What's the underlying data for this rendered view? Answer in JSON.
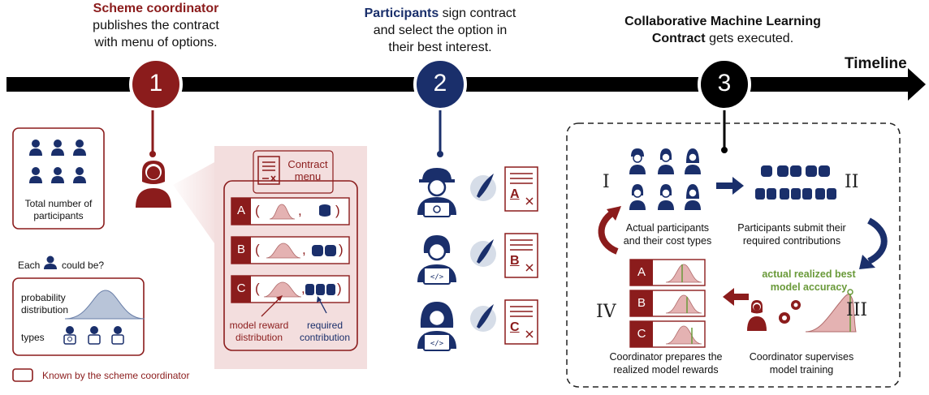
{
  "steps": [
    {
      "number": "1",
      "title_bold": "Scheme coordinator",
      "title_rest_1": "publishes the contract",
      "title_rest_2": "with menu of options."
    },
    {
      "number": "2",
      "title_bold": "Participants",
      "title_rest_1": " sign contract",
      "title_rest_2": "and select the option in",
      "title_rest_3": "their best interest."
    },
    {
      "number": "3",
      "title_bold_1": "Collaborative Machine Learning",
      "title_bold_2": "Contract",
      "title_rest": " gets executed."
    }
  ],
  "timeline_label": "Timeline",
  "left_panel": {
    "participants_label_1": "Total number of",
    "participants_label_2": "participants",
    "each_label": "Each",
    "could_be_label": "could be?",
    "probability_label_1": "probability",
    "probability_label_2": "distribution",
    "types_label": "types"
  },
  "legend": {
    "known_label": "Known by the scheme coordinator"
  },
  "contract_menu": {
    "title_1": "Contract",
    "title_2": "menu",
    "options": [
      "A",
      "B",
      "C"
    ],
    "model_reward_label_1": "model reward",
    "model_reward_label_2": "distribution",
    "required_label_1": "required",
    "required_label_2": "contribution"
  },
  "signed_options": [
    "A",
    "B",
    "C"
  ],
  "execution": {
    "roman_1": "I",
    "roman_2": "II",
    "roman_3": "III",
    "roman_4": "IV",
    "actual_participants_1": "Actual participants",
    "actual_participants_2": "and their cost types",
    "submit_1": "Participants submit their",
    "submit_2": "required contributions",
    "best_acc_1": "actual realized best",
    "best_acc_2": "model accuracy",
    "rewards_options": [
      "A",
      "B",
      "C"
    ],
    "prepares_1": "Coordinator prepares the",
    "prepares_2": "realized model rewards",
    "supervises_1": "Coordinator supervises",
    "supervises_2": "model training"
  },
  "colors": {
    "red": "#8b1c1c",
    "navy": "#1a2f6b",
    "black": "#000000",
    "pink_bg": "#f3dede",
    "green": "#6a9a3a"
  }
}
